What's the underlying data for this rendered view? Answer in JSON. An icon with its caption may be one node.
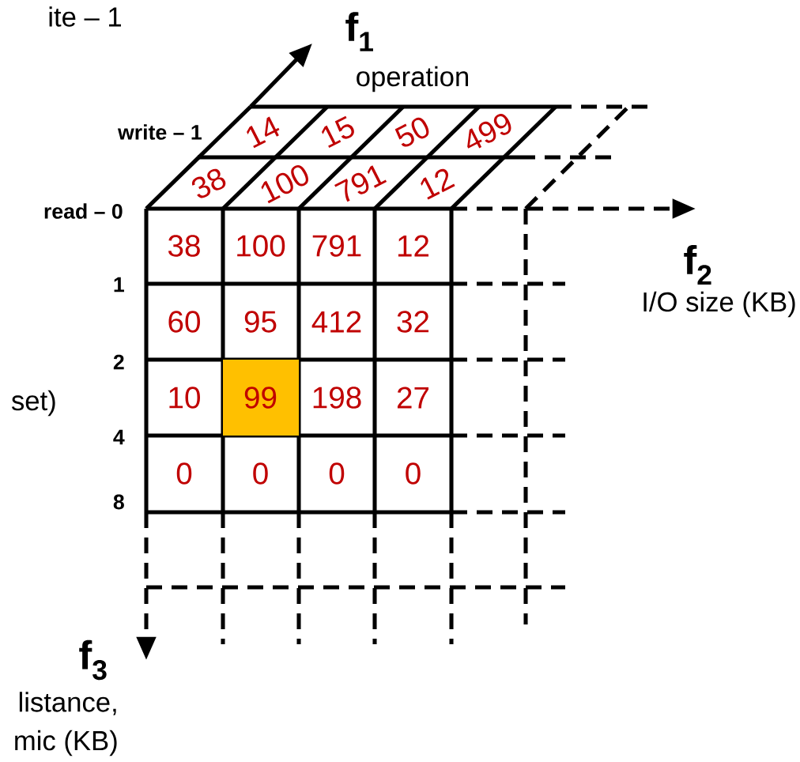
{
  "diagram": {
    "labels": [
      "ite – 1",
      "f$_{1}$",
      "operation",
      "write – 1",
      "14",
      "15",
      "50",
      "499",
      "38",
      "100",
      "791",
      "12",
      "read – 0",
      "38",
      "100",
      "791",
      "12",
      "f$_{2}$",
      "I/O size (KB)",
      "1",
      "60",
      "95",
      "412",
      "32",
      "2",
      "set)",
      "10",
      "99",
      "198",
      "27",
      "4",
      "0",
      "0",
      "0",
      "0",
      "8",
      "f$_{3}$",
      "listance,",
      "mic (KB)"
    ]
  }
}
